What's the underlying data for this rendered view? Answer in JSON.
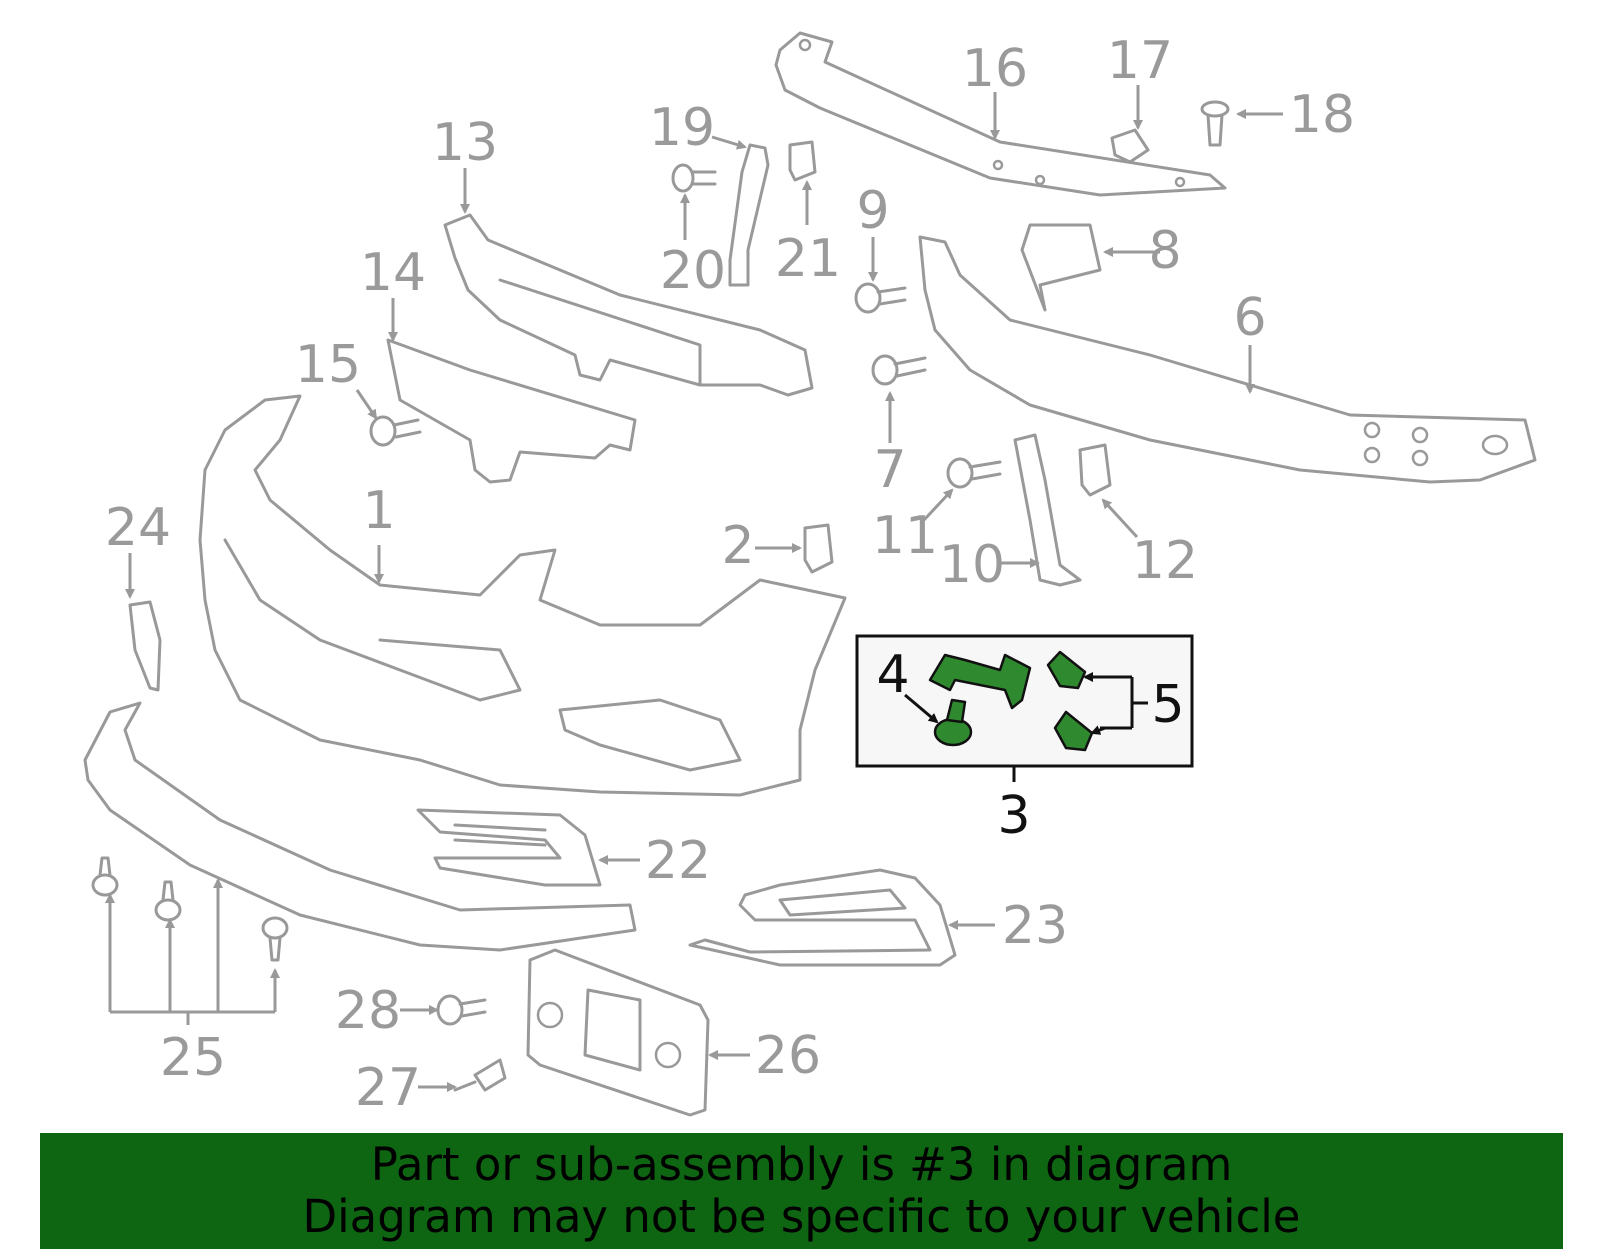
{
  "diagram": {
    "callouts": [
      "1",
      "2",
      "3",
      "4",
      "5",
      "6",
      "7",
      "8",
      "9",
      "10",
      "11",
      "12",
      "13",
      "14",
      "15",
      "16",
      "17",
      "18",
      "19",
      "20",
      "21",
      "22",
      "23",
      "24",
      "25",
      "26",
      "27",
      "28"
    ],
    "highlighted_part": "3",
    "highlight_color": "#2f8a2f"
  },
  "banner": {
    "line1": "Part or sub-assembly is #3 in diagram",
    "line2": "Diagram may not be specific to your vehicle",
    "background": "#0e6512"
  }
}
